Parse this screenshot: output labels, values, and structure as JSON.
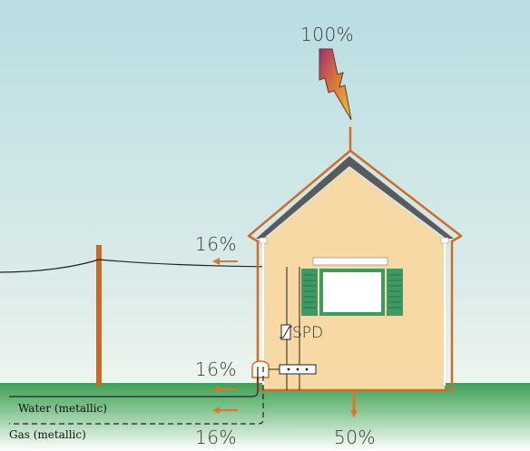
{
  "labels": {
    "strike": "100%",
    "overhead_line": "16%",
    "water_pipe": "16%",
    "gas_pipe": "16%",
    "earth": "50%",
    "spd": "SPD",
    "water": "Water (metallic)",
    "gas": "Gas (metallic)"
  },
  "colors": {
    "sky_top": "#bfe0e4",
    "sky_bottom": "#eaf3ee",
    "ground": "#4aa860",
    "house_wall": "#f6d9a4",
    "roof": "#5a5a5a",
    "conductor": "#cc6e2a",
    "pole": "#c8692a",
    "shutter": "#3e9a63",
    "window": "#ffffff"
  }
}
